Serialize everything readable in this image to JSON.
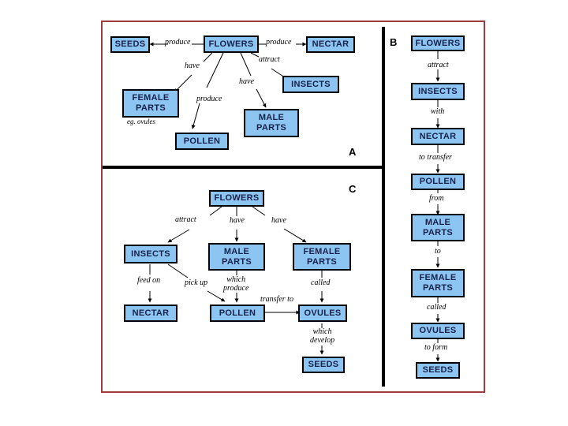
{
  "page": {
    "background": "#ffffff",
    "frame_color": "#9e3b3b",
    "node_fill": "#8CC4F2",
    "node_border": "#000000",
    "node_text_color": "#18224a"
  },
  "sections": {
    "a": {
      "letter": "A"
    },
    "b": {
      "letter": "B"
    },
    "c": {
      "letter": "C"
    }
  },
  "nodes": {
    "a_seeds": "SEEDS",
    "a_flowers": "FLOWERS",
    "a_nectar": "NECTAR",
    "a_insects": "INSECTS",
    "a_female_parts": "FEMALE\nPARTS",
    "a_male_parts": "MALE\nPARTS",
    "a_pollen": "POLLEN",
    "b_flowers": "FLOWERS",
    "b_insects": "INSECTS",
    "b_nectar": "NECTAR",
    "b_pollen": "POLLEN",
    "b_male_parts": "MALE\nPARTS",
    "b_female_parts": "FEMALE\nPARTS",
    "b_ovules": "OVULES",
    "b_seeds": "SEEDS",
    "c_flowers": "FLOWERS",
    "c_insects": "INSECTS",
    "c_male_parts": "MALE\nPARTS",
    "c_female_parts": "FEMALE\nPARTS",
    "c_nectar": "NECTAR",
    "c_pollen": "POLLEN",
    "c_ovules": "OVULES",
    "c_seeds": "SEEDS"
  },
  "edge_labels": {
    "a_produce_seeds": "produce",
    "a_produce_nectar": "produce",
    "a_have_female": "have",
    "a_have_male": "have",
    "a_attract": "attract",
    "a_produce_pollen": "produce",
    "a_eg_ovules": "eg. ovules",
    "b_attract": "attract",
    "b_with": "with",
    "b_to_transfer": "to transfer",
    "b_from": "from",
    "b_to": "to",
    "b_called": "called",
    "b_to_form": "to form",
    "c_attract": "attract",
    "c_have_male": "have",
    "c_have_female": "have",
    "c_feed_on": "feed on",
    "c_pick_up": "pick up",
    "c_which_produce": "which\nproduce",
    "c_called": "called",
    "c_transfer_to": "transfer to",
    "c_which_develop": "which\ndevelop"
  }
}
